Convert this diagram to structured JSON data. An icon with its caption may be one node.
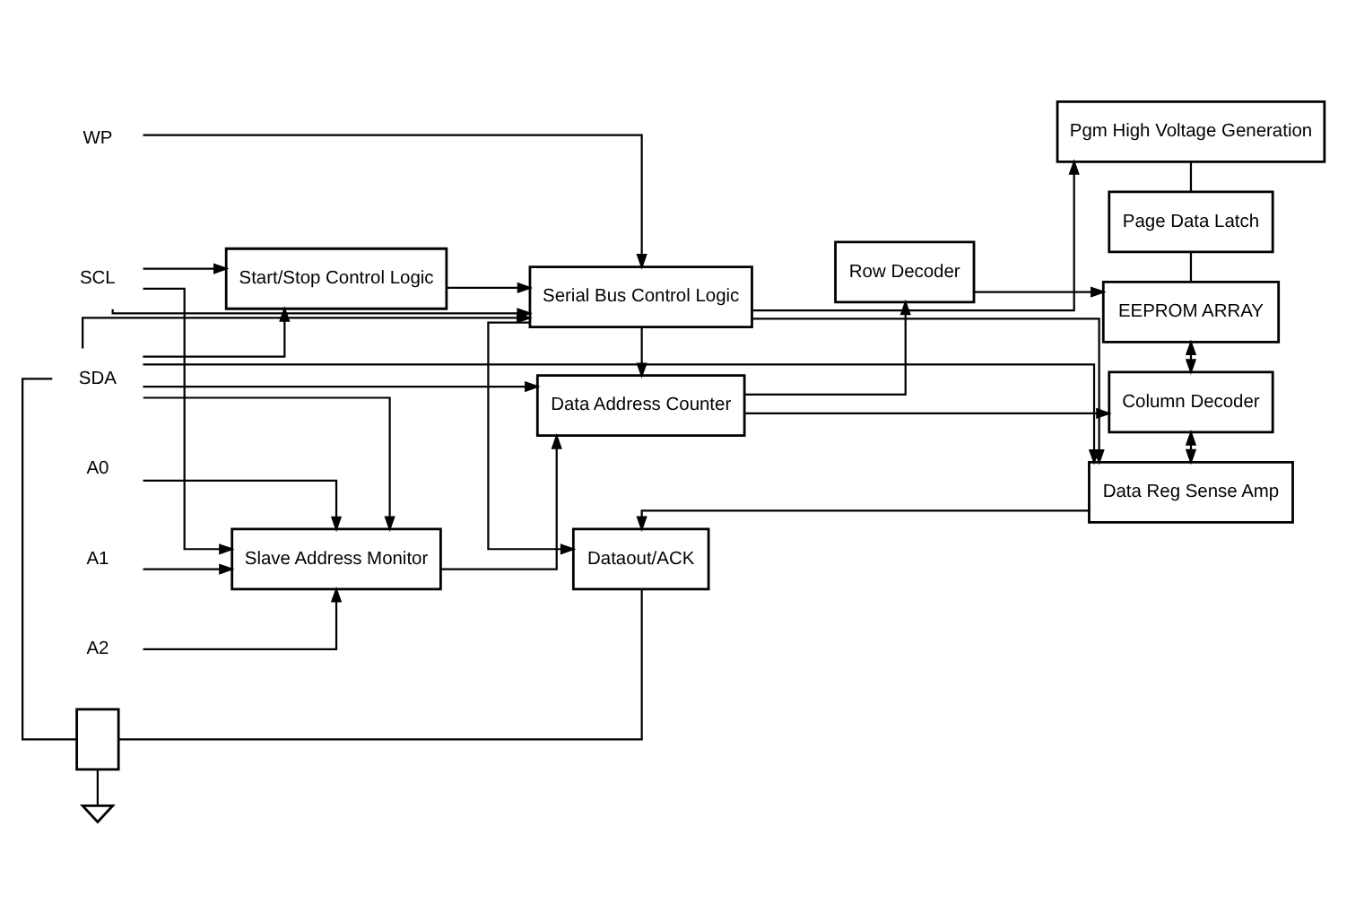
{
  "diagram": {
    "nodes": [
      {
        "text": [
          "SDA"
        ]
      },
      {
        "text": [
          "WP"
        ]
      },
      {
        "text": [
          "SCL"
        ]
      },
      {
        "text": [
          "A0"
        ]
      },
      {
        "text": [
          "A1"
        ]
      },
      {
        "text": [
          "A2"
        ]
      },
      {
        "text": [
          "Start/Stop Control Logic"
        ]
      },
      {
        "text": [
          "Serial Bus Control Logic"
        ]
      },
      {
        "text": [
          "Slave Address Monitor"
        ]
      },
      {
        "text": [
          "Data Address Counter"
        ]
      },
      {
        "text": [
          "Row Decoder"
        ]
      },
      {
        "text": [
          "Pgm High Voltage Generation"
        ]
      },
      {
        "text": [
          "Page Data Latch"
        ]
      },
      {
        "text": [
          "EEPROM ARRAY"
        ]
      },
      {
        "text": [
          "Column Decoder"
        ]
      },
      {
        "text": [
          "Data Reg Sense Amp"
        ]
      },
      {
        "text": [
          "Dataout/ACK"
        ]
      },
      {
        "text": [],
        "shape": "transistor"
      },
      {
        "text": [],
        "shape": "ground"
      }
    ],
    "edges": [
      {
        "from": 0,
        "to": 6,
        "arrow": "to"
      },
      {
        "from": 0,
        "to": 7,
        "arrow": "to"
      },
      {
        "from": 0,
        "to": 9,
        "arrow": "to"
      },
      {
        "from": 0,
        "to": 8,
        "arrow": "to"
      },
      {
        "from": 0,
        "to": 15,
        "arrow": "to"
      },
      {
        "from": 0,
        "to": 17,
        "arrow": "none"
      },
      {
        "from": 2,
        "to": 6,
        "arrow": "to"
      },
      {
        "from": 2,
        "to": 7,
        "arrow": "to"
      },
      {
        "from": 2,
        "to": 8,
        "arrow": "to"
      },
      {
        "from": 1,
        "to": 7,
        "arrow": "to"
      },
      {
        "from": 3,
        "to": 8,
        "arrow": "to"
      },
      {
        "from": 4,
        "to": 8,
        "arrow": "to"
      },
      {
        "from": 5,
        "to": 8,
        "arrow": "to"
      },
      {
        "from": 6,
        "to": 7,
        "arrow": "to"
      },
      {
        "from": 7,
        "to": 11,
        "arrow": "to"
      },
      {
        "from": 7,
        "to": 9,
        "arrow": "to"
      },
      {
        "from": 7,
        "to": 15,
        "arrow": "to"
      },
      {
        "from": 7,
        "to": 16,
        "arrow": "to"
      },
      {
        "from": 8,
        "to": 9,
        "arrow": "to"
      },
      {
        "from": 9,
        "to": 10,
        "arrow": "to"
      },
      {
        "from": 9,
        "to": 14,
        "arrow": "to"
      },
      {
        "from": 10,
        "to": 13,
        "arrow": "to"
      },
      {
        "from": 11,
        "to": 12,
        "arrow": "none"
      },
      {
        "from": 12,
        "to": 13,
        "arrow": "none"
      },
      {
        "from": 13,
        "to": 14,
        "arrow": "both"
      },
      {
        "from": 14,
        "to": 15,
        "arrow": "both"
      },
      {
        "from": 15,
        "to": 16,
        "arrow": "to"
      },
      {
        "from": 16,
        "to": 17,
        "arrow": "none"
      },
      {
        "from": 17,
        "to": 18,
        "arrow": "none"
      }
    ]
  }
}
